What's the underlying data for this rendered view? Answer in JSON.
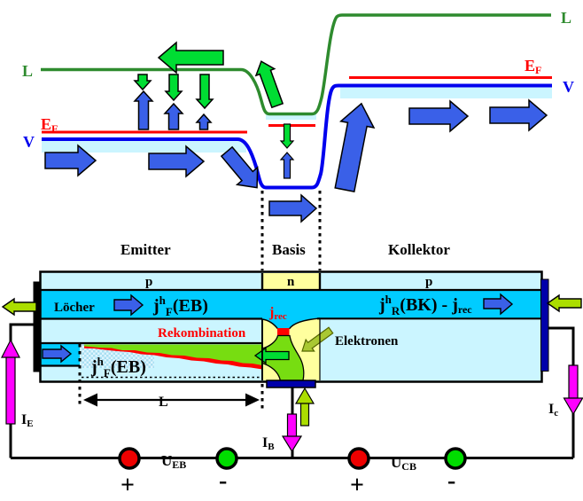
{
  "colors": {
    "pale_cyan": "#CBF5FF",
    "bright_cyan": "#00CCFF",
    "basis_yellow": "#FFFF9E",
    "electron_green": "#77DD11",
    "arrow_green": "#00DD33",
    "arrow_blue": "#3A60E8",
    "chartreuse": "#ABDE00",
    "olive_green": "#A9C832",
    "magenta": "#FF00FF",
    "red": "#FF0000",
    "terminal_red": "#EE0000",
    "terminal_green": "#00DD00",
    "contact_navy": "#0000AA",
    "conduction_green": "#2E8B2E",
    "valence_blue": "#0000EE",
    "wire_black": "#000000"
  },
  "band": {
    "l": "L",
    "v": "V",
    "ef_base": "E",
    "ef_sub": "F"
  },
  "regions": {
    "emitter": "Emitter",
    "basis": "Basis",
    "kollektor": "Kollektor",
    "p1": "p",
    "n": "n",
    "p2": "p"
  },
  "device": {
    "loecher": "Löcher",
    "rekombination": "Rekombination",
    "elektronen": "Elektronen",
    "j_base": "j",
    "j_sup": "h",
    "j_sub_f": "F",
    "j_eb": "(EB)",
    "j_sub_r": "R",
    "j_bk": "(BK) -",
    "j_rec_sub": "rec",
    "length": "L"
  },
  "circuit": {
    "i": "I",
    "e_sub": "E",
    "b_sub": "B",
    "c_sub": "c",
    "u": "U",
    "eb_sub": "EB",
    "cb_sub": "CB",
    "plus": "+",
    "minus": "-"
  }
}
